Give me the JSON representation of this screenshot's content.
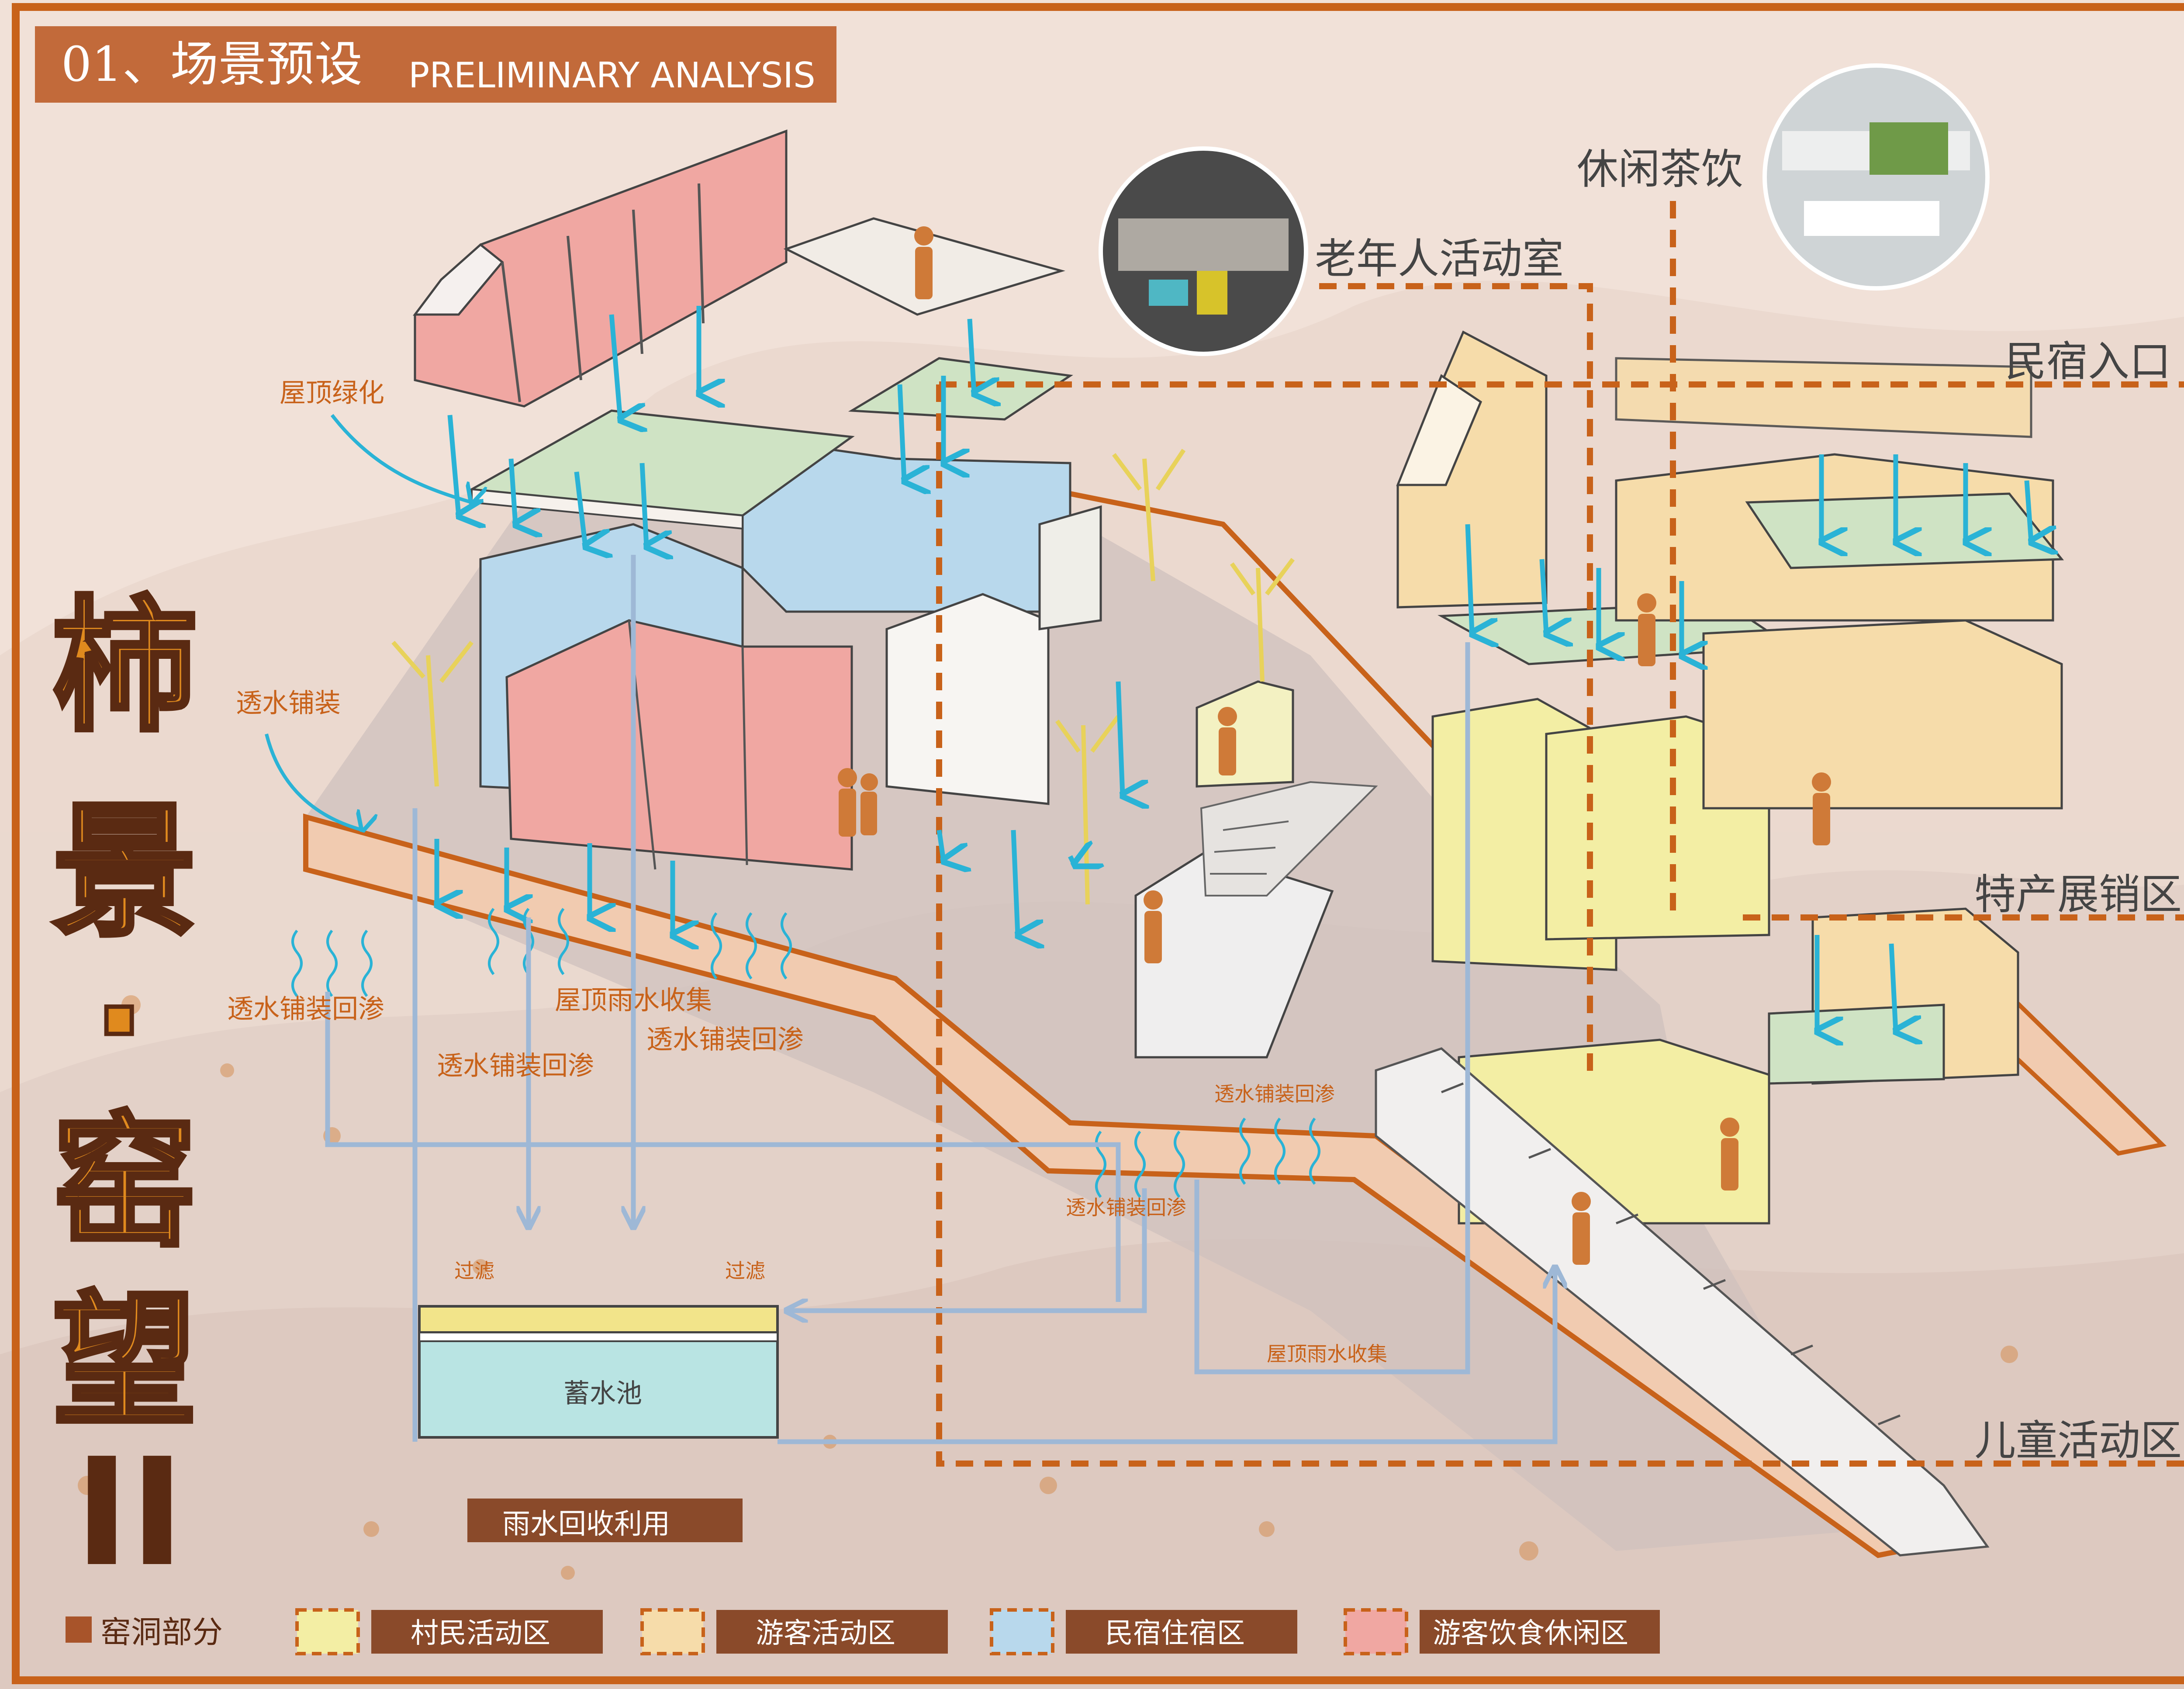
{
  "header": {
    "number": "01、场景预设",
    "subtitle": "PRELIMINARY ANALYSIS"
  },
  "title": {
    "chars": [
      "柿",
      "景",
      "·",
      "窑",
      "望"
    ],
    "numeral": "II"
  },
  "zones": {
    "elderly_room": "老年人活动室",
    "tea": "休闲茶饮",
    "homestay_entry": "民宿入口",
    "specialty": "特产展销区",
    "children": "儿童活动区"
  },
  "annotations": {
    "roof_green": "屋顶绿化",
    "permeable_paving": "透水铺装",
    "seep_1": "透水铺装回渗",
    "roof_collect_1": "屋顶雨水收集",
    "seep_2": "透水铺装回渗",
    "seep_3": "透水铺装回渗",
    "seep_4": "透水铺装回渗",
    "seep_5": "透水铺装回渗",
    "filter_left": "过滤",
    "filter_right": "过滤",
    "roof_collect_2": "屋顶雨水收集",
    "tank": "蓄水池",
    "reuse": "雨水回收利用"
  },
  "legend": {
    "cave": "窑洞部分",
    "villager": "村民活动区",
    "tourist": "游客活动区",
    "homestay": "民宿住宿区",
    "dining": "游客饮食休闲区"
  },
  "colors": {
    "accent": "#c8621a",
    "frame": "#c8621a",
    "header_bg": "#c26a3a",
    "legend_label_bg": "#8a4a2a",
    "title_fill": "#e08a1e",
    "title_stroke": "#5a2a12",
    "water_arrow": "#2ab3d6",
    "pipe": "#9eb8d6",
    "homestay_blue": "#b8d8ec",
    "dining_pink": "#f0a7a2",
    "villager_yellow": "#f3eea4",
    "tourist_cream": "#f6dcaa",
    "roof_green": "#cfe3c4",
    "tank_cyan": "#b9e4e3",
    "tank_filter": "#f2e48a"
  }
}
